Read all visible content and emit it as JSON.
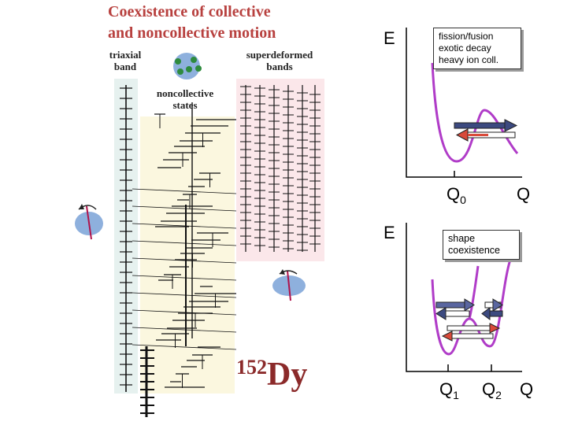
{
  "left_panel": {
    "title_line1": "Coexistence of collective",
    "title_line2": "and noncollective motion",
    "triaxial_line1": "triaxial",
    "triaxial_line2": "band",
    "superdeformed_line1": "superdeformed",
    "superdeformed_line2": "bands",
    "noncollective_line1": "noncollective",
    "noncollective_line2": "states",
    "isotope_mass": "152",
    "isotope_element": "Dy",
    "colors": {
      "title": "#b8413f",
      "triaxial_strip": "#e6f1ef",
      "noncollective_area": "#fbf7df",
      "superdeformed_area": "#fbe7ea",
      "nucleus": "#8eb0dd",
      "nucleon": "#2e8b3e"
    }
  },
  "top_plot": {
    "e_label": "E",
    "box_lines": [
      "fission/fusion",
      "exotic decay",
      "heavy ion coll."
    ],
    "q0_main": "Q",
    "q0_sub": "0",
    "q_label": "Q",
    "colors": {
      "curve": "#b03cc8",
      "arrow_blue": "#3c4a80",
      "arrow_red": "#d94a3a"
    }
  },
  "bottom_plot": {
    "e_label": "E",
    "box_lines": [
      "shape",
      "coexistence"
    ],
    "q1_main": "Q",
    "q1_sub": "1",
    "q2_main": "Q",
    "q2_sub": "2",
    "q_label": "Q",
    "colors": {
      "curve": "#b03cc8",
      "arrow_blue": "#3c4a80",
      "arrow_red": "#d94a3a"
    }
  }
}
